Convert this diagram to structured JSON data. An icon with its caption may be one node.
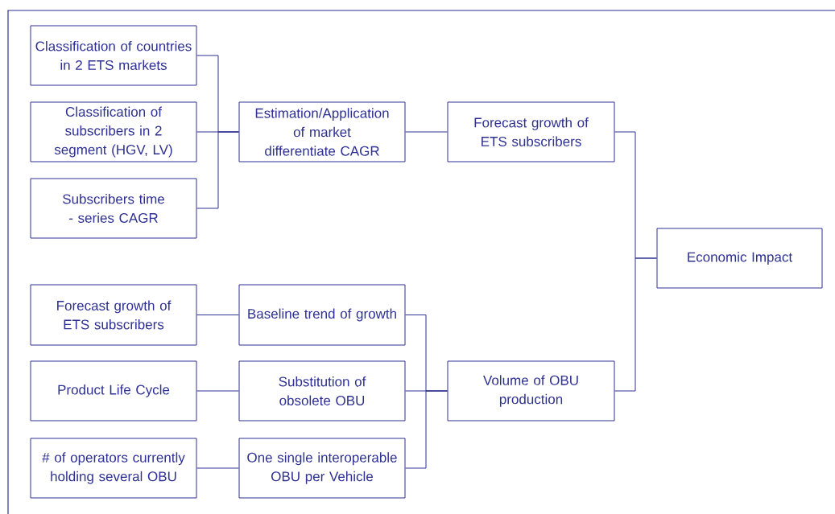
{
  "diagram": {
    "nodes": [
      {
        "text": [
          "Classification of countries in 2 ETS markets"
        ]
      },
      {
        "text": [
          "Classification of subscribers in 2 segment (HGV, LV)"
        ]
      },
      {
        "text": [
          "Subscribers time - series CAGR"
        ]
      },
      {
        "text": [
          "Estimation/Application of market differentiate CAGR"
        ]
      },
      {
        "text": [
          "Forecast growth of ETS subscribers"
        ]
      },
      {
        "text": [
          "Economic Impact"
        ]
      },
      {
        "text": [
          "Forecast growth of ETS subscribers"
        ]
      },
      {
        "text": [
          "Baseline trend of growth"
        ]
      },
      {
        "text": [
          "Product Life Cycle"
        ]
      },
      {
        "text": [
          "Substitution of obsolete OBU"
        ]
      },
      {
        "text": [
          "# of operators currently holding several OBU"
        ]
      },
      {
        "text": [
          "One single interoperable OBU per Vehicle"
        ]
      },
      {
        "text": [
          "Volume of OBU production"
        ]
      }
    ],
    "edges": [
      {
        "from": 0,
        "to": 3,
        "arrow": "none"
      },
      {
        "from": 1,
        "to": 3,
        "arrow": "none"
      },
      {
        "from": 2,
        "to": 3,
        "arrow": "none"
      },
      {
        "from": 3,
        "to": 4,
        "arrow": "none"
      },
      {
        "from": 4,
        "to": 5,
        "arrow": "none"
      },
      {
        "from": 6,
        "to": 7,
        "arrow": "none"
      },
      {
        "from": 8,
        "to": 9,
        "arrow": "none"
      },
      {
        "from": 10,
        "to": 11,
        "arrow": "none"
      },
      {
        "from": 7,
        "to": 12,
        "arrow": "none"
      },
      {
        "from": 9,
        "to": 12,
        "arrow": "none"
      },
      {
        "from": 11,
        "to": 12,
        "arrow": "none"
      },
      {
        "from": 12,
        "to": 5,
        "arrow": "none"
      }
    ]
  }
}
